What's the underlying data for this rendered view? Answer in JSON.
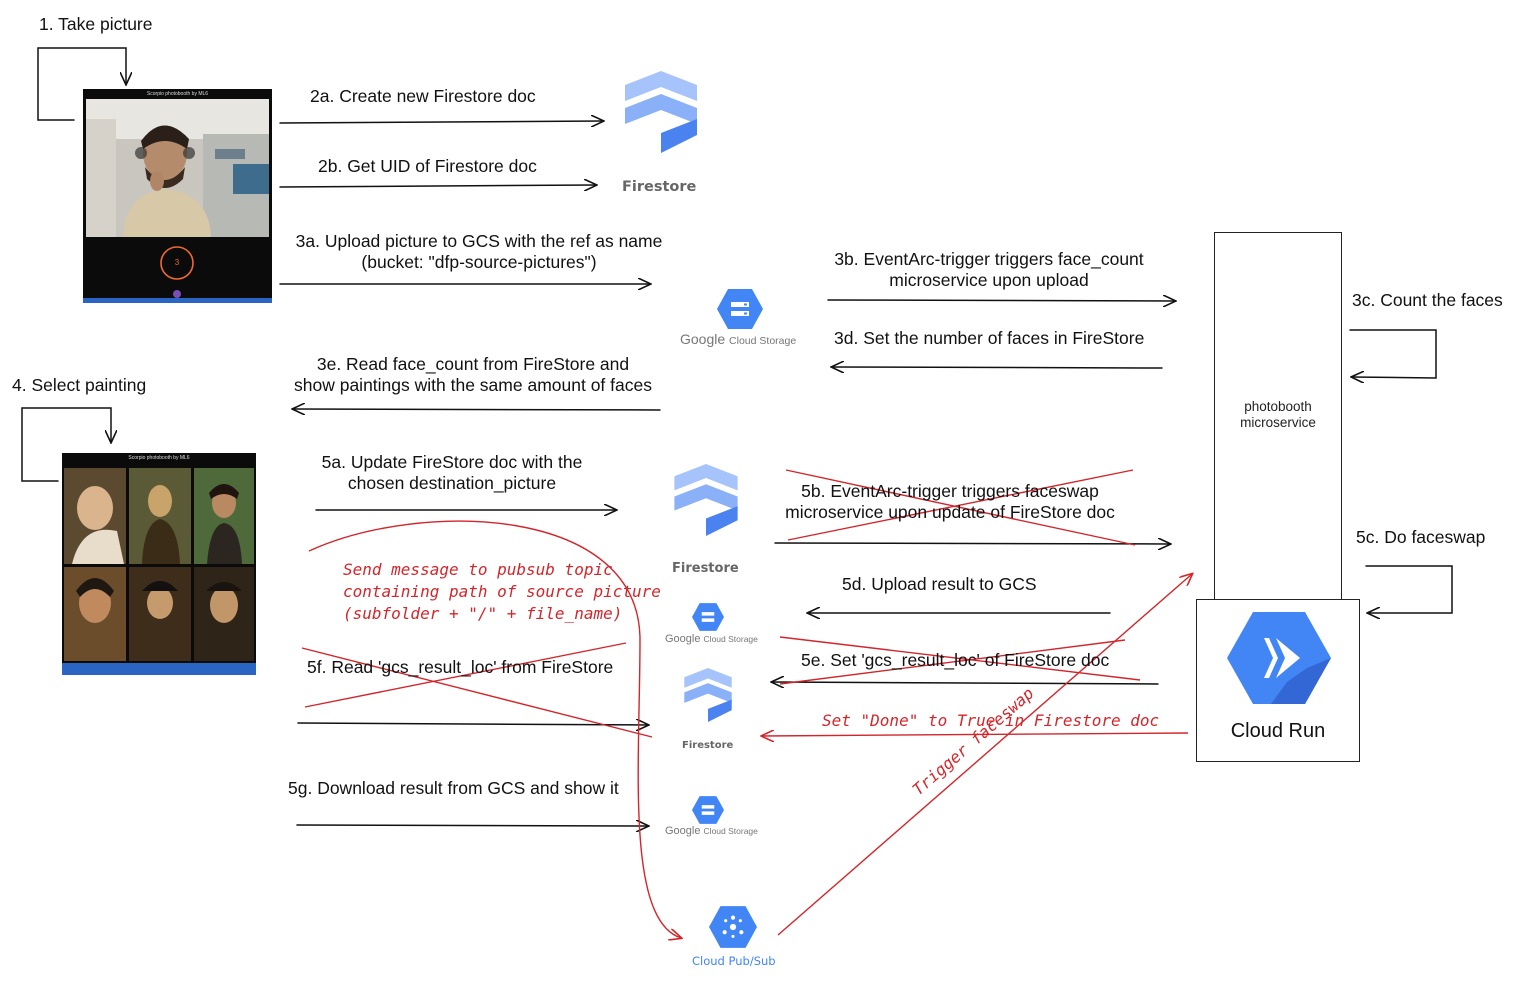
{
  "steps": {
    "s1": "1. Take picture",
    "s2a": "2a. Create new Firestore doc",
    "s2b": "2b. Get UID of Firestore doc",
    "s3a_line1": "3a. Upload picture to GCS with the ref as name",
    "s3a_line2": "(bucket: \"dfp-source-pictures\")",
    "s3b_line1": "3b. EventArc-trigger triggers face_count",
    "s3b_line2": "microservice upon upload",
    "s3c": "3c. Count the faces",
    "s3d": "3d. Set the number of faces in FireStore",
    "s3e_line1": "3e. Read face_count from FireStore and",
    "s3e_line2": "show paintings with the same amount of faces",
    "s4": "4. Select painting",
    "s5a_line1": "5a. Update FireStore doc with the",
    "s5a_line2": "chosen destination_picture",
    "s5b_line1": "5b. EventArc-trigger triggers faceswap",
    "s5b_line2": "microservice upon update of FireStore doc",
    "s5c": "5c. Do faceswap",
    "s5d": "5d. Upload result to GCS",
    "s5e": "5e. Set 'gcs_result_loc' of FireStore doc",
    "s5f": "5f. Read 'gcs_result_loc' from FireStore",
    "s5g": "5g. Download result from GCS and show it"
  },
  "annotations": {
    "pubsub_line1": "Send message to pubsub topic",
    "pubsub_line2": "containing path of source picture",
    "pubsub_line3": "(subfolder + \"/\" + file_name)",
    "done": "Set \"Done\" to True in Firestore doc",
    "trigger": "Trigger faceswap"
  },
  "logos": {
    "firestore": "Firestore",
    "gcs_google": "Google",
    "gcs_cloud": "Cloud Storage",
    "pubsub": "Cloud Pub/Sub",
    "cloud_run": "Cloud Run"
  },
  "microservice": {
    "line1": "photobooth",
    "line2": "microservice"
  },
  "phone": {
    "title": "Scorpio photobooth by ML6",
    "countdown": "3"
  },
  "colors": {
    "annotation_red": "#d2262b",
    "gcp_blue": "#4285f4",
    "firestore_light": "#a6c4fb",
    "firestore_dark": "#4a82f0"
  }
}
